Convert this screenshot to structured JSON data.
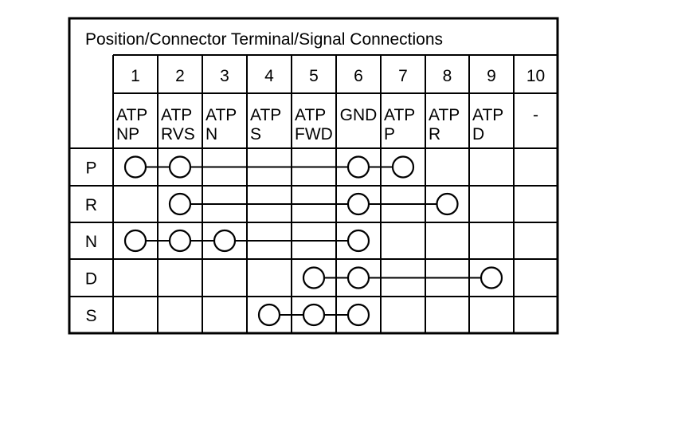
{
  "title": "Position/Connector Terminal/Signal Connections",
  "terminals": [
    {
      "number": "1",
      "signal": [
        "ATP",
        "NP"
      ]
    },
    {
      "number": "2",
      "signal": [
        "ATP",
        "RVS"
      ]
    },
    {
      "number": "3",
      "signal": [
        "ATP",
        "N"
      ]
    },
    {
      "number": "4",
      "signal": [
        "ATP",
        "S"
      ]
    },
    {
      "number": "5",
      "signal": [
        "ATP",
        "FWD"
      ]
    },
    {
      "number": "6",
      "signal": [
        "GND"
      ]
    },
    {
      "number": "7",
      "signal": [
        "ATP",
        "P"
      ]
    },
    {
      "number": "8",
      "signal": [
        "ATP",
        "R"
      ]
    },
    {
      "number": "9",
      "signal": [
        "ATP",
        "D"
      ]
    },
    {
      "number": "10",
      "signal": [
        "-"
      ]
    }
  ],
  "positions": [
    {
      "label": "P",
      "connected_terminals": [
        1,
        2,
        6,
        7
      ]
    },
    {
      "label": "R",
      "connected_terminals": [
        2,
        6,
        8
      ]
    },
    {
      "label": "N",
      "connected_terminals": [
        1,
        2,
        3,
        6
      ]
    },
    {
      "label": "D",
      "connected_terminals": [
        5,
        6,
        9
      ]
    },
    {
      "label": "S",
      "connected_terminals": [
        4,
        5,
        6
      ]
    }
  ]
}
